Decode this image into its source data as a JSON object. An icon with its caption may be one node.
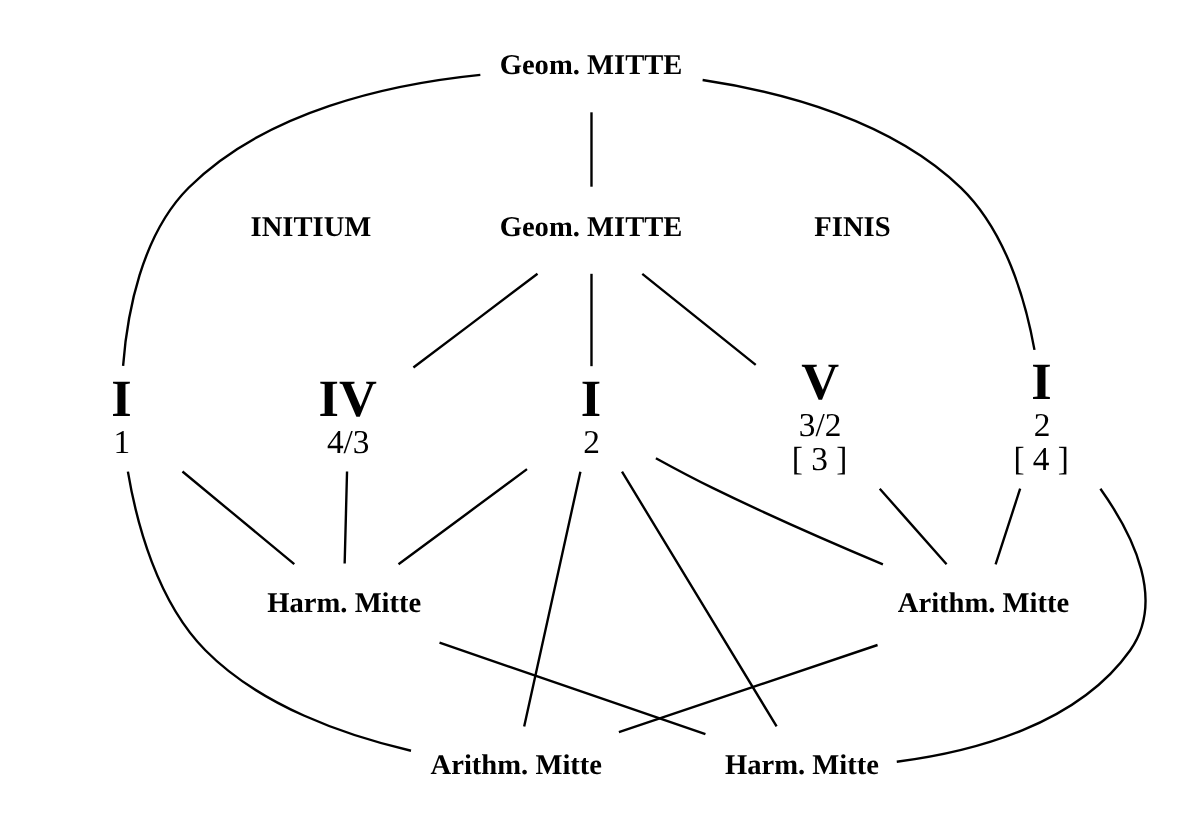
{
  "diagram": {
    "nodes": [
      {
        "text": [
          "Geom. MITTE"
        ]
      },
      {
        "text": [
          "Geom. MITTE"
        ]
      },
      {
        "text": [
          "I",
          "1"
        ]
      },
      {
        "text": [
          "IV",
          "4/3"
        ]
      },
      {
        "text": [
          "I",
          "2"
        ]
      },
      {
        "text": [
          "V",
          "3/2",
          "[ 3 ]"
        ]
      },
      {
        "text": [
          "I",
          "2",
          "[ 4 ]"
        ]
      },
      {
        "text": [
          "Harm. Mitte"
        ]
      },
      {
        "text": [
          "Arithm. Mitte"
        ]
      },
      {
        "text": [
          "Arithm. Mitte"
        ]
      },
      {
        "text": [
          "Harm. Mitte"
        ]
      }
    ],
    "edges": [
      {
        "from": 0,
        "to": 2,
        "arrow": "none"
      },
      {
        "from": 0,
        "to": 1,
        "arrow": "none"
      },
      {
        "from": 0,
        "to": 6,
        "arrow": "none"
      },
      {
        "from": 1,
        "to": 3,
        "arrow": "none"
      },
      {
        "from": 1,
        "to": 4,
        "arrow": "none"
      },
      {
        "from": 1,
        "to": 5,
        "arrow": "none"
      },
      {
        "from": 2,
        "to": 7,
        "arrow": "none"
      },
      {
        "from": 3,
        "to": 7,
        "arrow": "none"
      },
      {
        "from": 4,
        "to": 7,
        "arrow": "none"
      },
      {
        "from": 4,
        "to": 8,
        "arrow": "none"
      },
      {
        "from": 5,
        "to": 8,
        "arrow": "none"
      },
      {
        "from": 6,
        "to": 8,
        "arrow": "none"
      },
      {
        "from": 2,
        "to": 9,
        "arrow": "none"
      },
      {
        "from": 4,
        "to": 9,
        "arrow": "none"
      },
      {
        "from": 8,
        "to": 9,
        "arrow": "none"
      },
      {
        "from": 7,
        "to": 10,
        "arrow": "none"
      },
      {
        "from": 4,
        "to": 10,
        "arrow": "none"
      },
      {
        "from": 6,
        "to": 10,
        "arrow": "none"
      }
    ],
    "labels": [
      "INITIUM",
      "FINIS"
    ]
  }
}
